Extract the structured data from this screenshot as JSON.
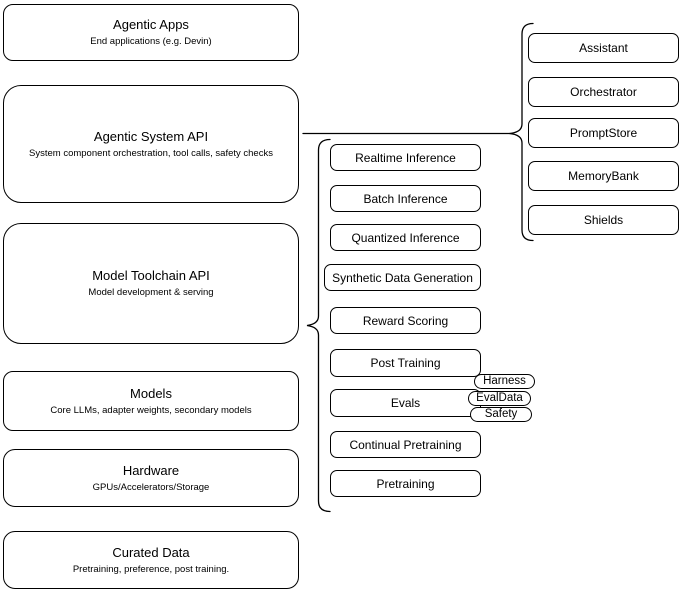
{
  "diagram": {
    "title": "Agentic system architecture diagram",
    "colors": {
      "stroke": "#000000",
      "fill": "#ffffff",
      "text": "#000000"
    },
    "left_stack": [
      {
        "title": "Agentic Apps",
        "subtitle": "End applications (e.g. Devin)"
      },
      {
        "title": "Agentic System API",
        "subtitle": "System component orchestration, tool calls, safety checks"
      },
      {
        "title": "Model Toolchain API",
        "subtitle": "Model development & serving"
      },
      {
        "title": "Models",
        "subtitle": "Core LLMs, adapter weights, secondary models"
      },
      {
        "title": "Hardware",
        "subtitle": "GPUs/Accelerators/Storage"
      },
      {
        "title": "Curated Data",
        "subtitle": "Pretraining, preference, post training."
      }
    ],
    "toolchain_components": [
      "Realtime Inference",
      "Batch Inference",
      "Quantized Inference",
      "Synthetic Data Generation",
      "Reward Scoring",
      "Post Training",
      "Evals",
      "Continual Pretraining",
      "Pretraining"
    ],
    "evals_tags": [
      "Harness",
      "EvalData",
      "Safety"
    ],
    "system_components": [
      "Assistant",
      "Orchestrator",
      "PromptStore",
      "MemoryBank",
      "Shields"
    ]
  }
}
